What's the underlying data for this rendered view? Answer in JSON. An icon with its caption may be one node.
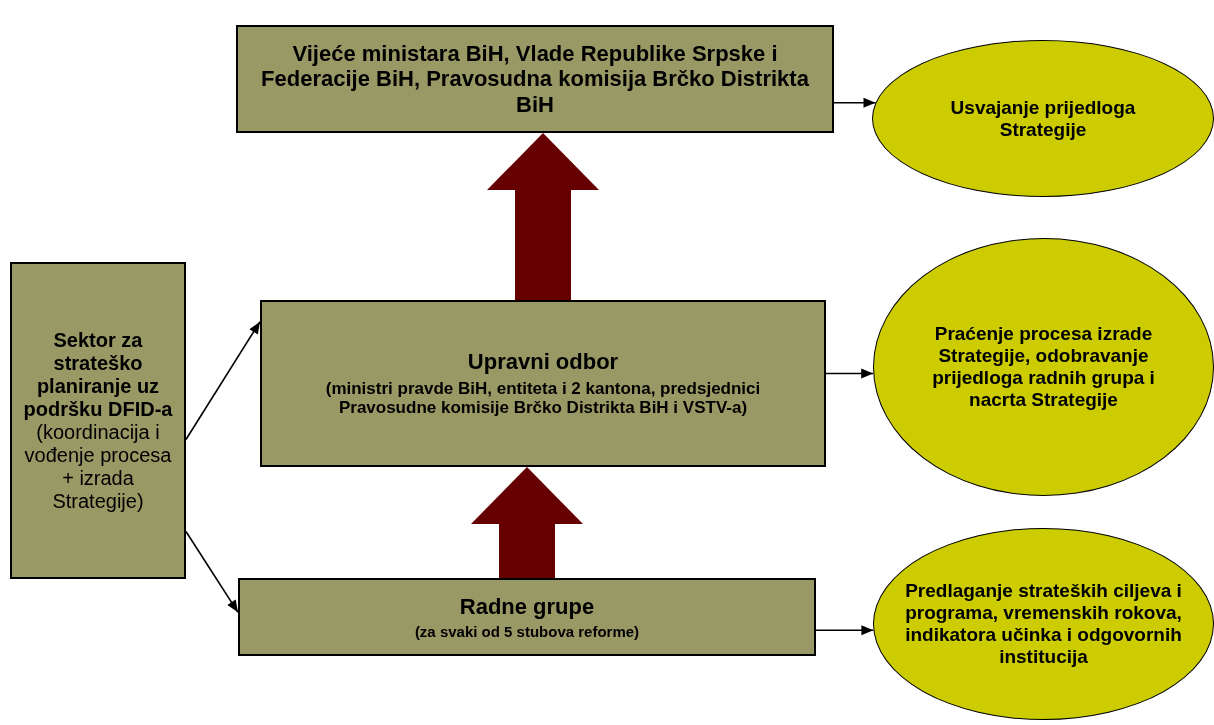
{
  "diagram": {
    "nodes": [
      {
        "text": [
          "Vijeće ministara BiH, Vlade Republike Srpske i Federacije BiH, Pravosudna komisija Brčko Distrikta BiH"
        ]
      },
      {
        "text": [
          "Usvajanje prijedloga Strategije"
        ]
      },
      {
        "text": [
          "Sektor za strateško planiranje uz podršku DFID-a",
          "(koordinacija i vođenje procesa + izrada Strategije)"
        ]
      },
      {
        "text": [
          "Upravni odbor",
          "(ministri pravde BiH, entiteta i 2 kantona, predsjednici Pravosudne komisije Brčko Distrikta BiH i VSTV-a)"
        ]
      },
      {
        "text": [
          "Praćenje procesa izrade Strategije, odobravanje prijedloga radnih grupa i nacrta Strategije"
        ]
      },
      {
        "text": [
          "Radne grupe",
          "(za svaki od 5 stubova reforme)"
        ]
      },
      {
        "text": [
          "Predlaganje strateških ciljeva i programa, vremenskih rokova, indikatora učinka i odgovornih institucija"
        ]
      }
    ],
    "edges": [
      {
        "from": 0,
        "to": 1,
        "arrow": "to"
      },
      {
        "from": 2,
        "to": 3,
        "arrow": "to"
      },
      {
        "from": 2,
        "to": 5,
        "arrow": "to"
      },
      {
        "from": 3,
        "to": 0,
        "arrow": "to",
        "style": "thick",
        "color": "#660000"
      },
      {
        "from": 3,
        "to": 4,
        "arrow": "to"
      },
      {
        "from": 5,
        "to": 3,
        "arrow": "to",
        "style": "thick",
        "color": "#660000"
      },
      {
        "from": 5,
        "to": 6,
        "arrow": "to"
      }
    ]
  }
}
